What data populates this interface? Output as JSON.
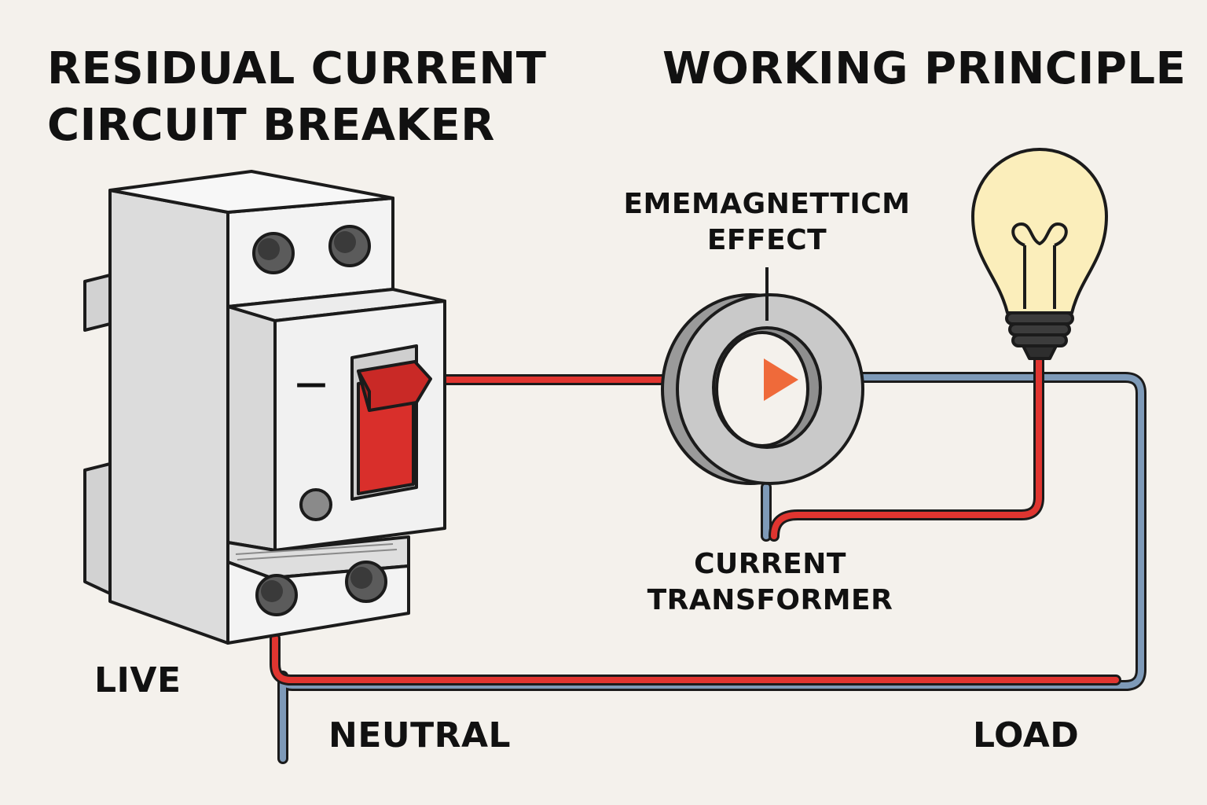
{
  "titles": {
    "left_line1": "RESIDUAL CURRENT",
    "left_line2": "CIRCUIT BREAKER",
    "right": "WORKING PRINCIPLE"
  },
  "labels": {
    "emf_line1": "EMEMAGNETTICM",
    "emf_line2": "EFFECT",
    "ct_line1": "CURRENT",
    "ct_line2": "TRANSFORMER",
    "live": "LIVE",
    "neutral": "NEUTRAL",
    "load": "LOAD"
  },
  "breaker": {
    "switch_mark": "—"
  },
  "colors": {
    "background": "#f4f1ec",
    "live_wire": "#e03530",
    "neutral_wire": "#7e9ab8",
    "toggle_red": "#d92f2b",
    "bulb_glass": "#fbeebb",
    "transformer_ring": "#c7c7c7",
    "arrow": "#ef6a3a"
  },
  "icons": {
    "breaker": "rccb-device-icon",
    "transformer": "toroid-current-transformer-icon",
    "bulb": "light-bulb-icon",
    "arrow": "current-direction-arrow-icon"
  }
}
